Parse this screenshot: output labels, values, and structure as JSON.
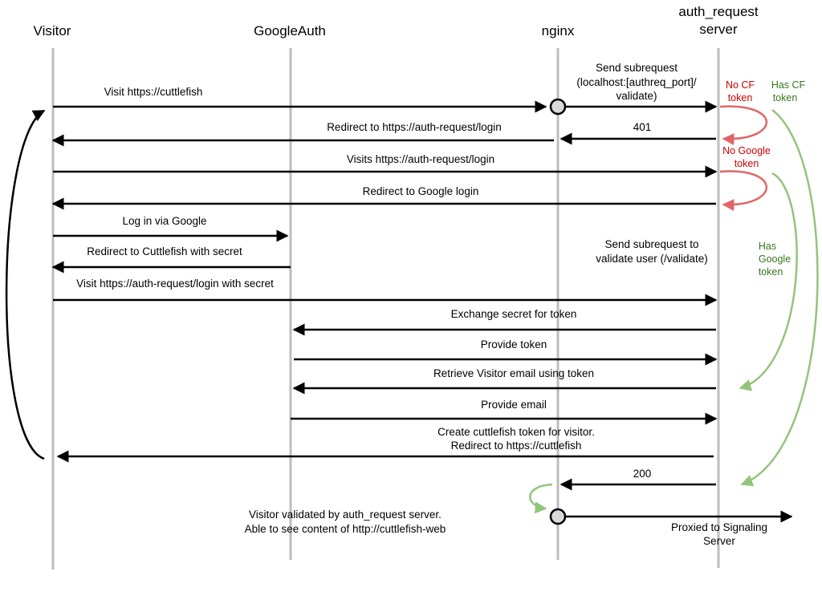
{
  "actors": {
    "visitor": "Visitor",
    "googleauth": "GoogleAuth",
    "nginx": "nginx",
    "authreq_line1": "auth_request",
    "authreq_line2": "server"
  },
  "messages": {
    "m1": "Visit https://cuttlefish",
    "m2_line1": "Send subrequest",
    "m2_line2": "(localhost:[authreq_port]/",
    "m2_line3": "validate)",
    "m3": "401",
    "m4": "Redirect to https://auth-request/login",
    "m5": "Visits https://auth-request/login",
    "m6": "Redirect to Google login",
    "m7": "Log in via Google",
    "m8": "Redirect to Cuttlefish with secret",
    "m9": "Visit https://auth-request/login with secret",
    "m10_line1": "Send subrequest to",
    "m10_line2": "validate user (/validate)",
    "m11": "Exchange secret for token",
    "m12": "Provide token",
    "m13": "Retrieve Visitor email using token",
    "m14": "Provide email",
    "m15_line1": "Create cuttlefish token for visitor.",
    "m15_line2": "Redirect to https://cuttlefish",
    "m16": "200",
    "m17_line1": "Visitor validated by auth_request server.",
    "m17_line2": "Able to see content of http://cuttlefish-web",
    "m18_line1": "Proxied to Signaling",
    "m18_line2": "Server"
  },
  "notes": {
    "no_cf_line1": "No CF",
    "no_cf_line2": "token",
    "has_cf_line1": "Has CF",
    "has_cf_line2": "token",
    "no_google_line1": "No Google",
    "no_google_line2": "token",
    "has_google_line1": "Has",
    "has_google_line2": "Google",
    "has_google_line3": "token"
  },
  "colors": {
    "lifeline": "#bdbdbd",
    "arrow": "#000000",
    "red_path": "#e06666",
    "green_path": "#93c47d",
    "red_text": "#cc0000",
    "green_text": "#38761d"
  }
}
